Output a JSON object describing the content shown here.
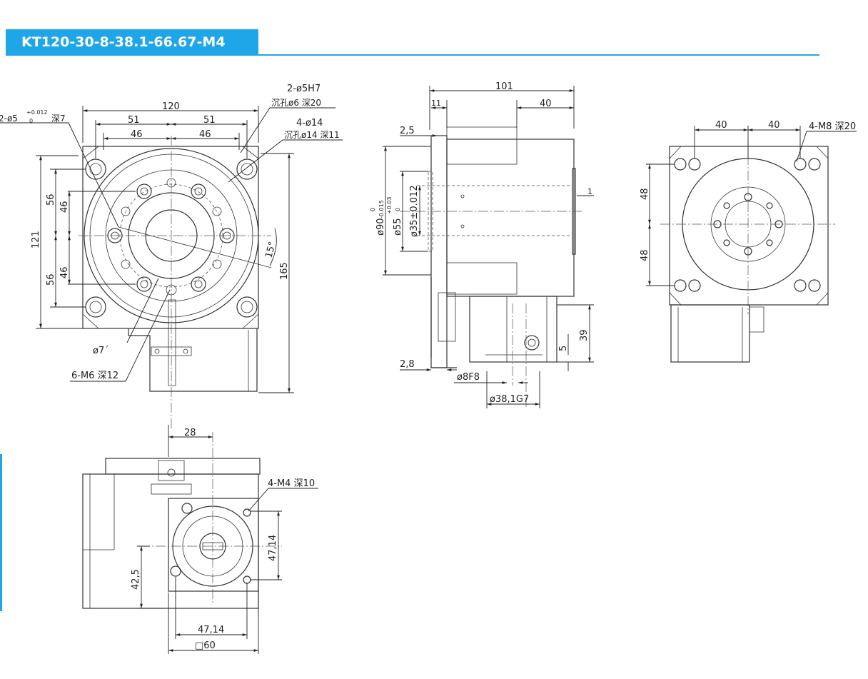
{
  "header": {
    "title": "KT120-30-8-38.1-66.67-M4",
    "accent_color": "#1fa6e8"
  },
  "front_view": {
    "dim_120": "120",
    "dim_51_left": "51",
    "dim_51_right": "51",
    "dim_46_left": "46",
    "dim_46_right": "46",
    "dim_56_top": "56",
    "dim_46_top": "46",
    "dim_56_bottom": "56",
    "dim_46_bottom": "46",
    "dim_121": "121",
    "dim_165": "165",
    "angle_15": "15°",
    "pin_hole": "2-ø5",
    "pin_hole_tol_upper": "+0.012",
    "pin_hole_tol_lower": "0",
    "pin_hole_depth": "深7",
    "dowel_note": "2-ø5H7",
    "dowel_counterbore": "沉孔ø6 深20",
    "mount_note": "4-ø14",
    "mount_counterbore": "沉孔ø14 深11",
    "shaft_dia": "ø7´",
    "tapped_holes": "6-M6 深12"
  },
  "side_view": {
    "dim_101": "101",
    "dim_11": "11",
    "dim_40": "40",
    "dim_2_5": "2,5",
    "dim_1": "1",
    "dia_90": "ø90",
    "dia_90_tol_upper": "0",
    "dia_90_tol_lower": "-0.015",
    "dia_55": "ø55",
    "dia_55_tol_upper": "+0.03",
    "dia_55_tol_lower": "0",
    "dia_35": "ø35±0.012",
    "dim_39": "39",
    "dim_5": "5",
    "dim_2_8": "2,8",
    "dia_8f8": "ø8F8",
    "dia_38_1g7": "ø38,1G7"
  },
  "rear_view": {
    "dim_40_left": "40",
    "dim_40_right": "40",
    "dim_48_top": "48",
    "dim_48_bottom": "48",
    "tapped_note": "4-M8 深20"
  },
  "motor_view": {
    "dim_28": "28",
    "tapped_note": "4-M4 深10",
    "dim_47_14_vertical": "47,14",
    "dim_42_5": "42,5",
    "dim_47_14_horizontal": "47,14",
    "square_60": "□60"
  }
}
